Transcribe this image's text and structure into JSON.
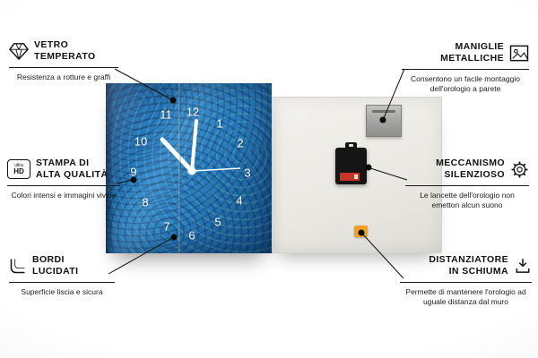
{
  "product": {
    "clock": {
      "numbers": [
        "1",
        "2",
        "3",
        "4",
        "5",
        "6",
        "7",
        "8",
        "9",
        "10",
        "11",
        "12"
      ]
    }
  },
  "callouts": [
    {
      "title": [
        "VETRO",
        "TEMPERATO"
      ],
      "desc": "Resistenza a rotture e graffi",
      "icon": "diamond-icon"
    },
    {
      "title": [
        "STAMPA DI",
        "ALTA QUALITÀ"
      ],
      "desc": "Colori intensi e immagini vivide",
      "icon": "ultra-hd-icon"
    },
    {
      "title": [
        "BORDI",
        "LUCIDATI"
      ],
      "desc": "Superficie liscia e sicura",
      "icon": "polished-edge-icon"
    },
    {
      "title": [
        "MANIGLIE",
        "METALLICHE"
      ],
      "desc": "Consentono un facile montaggio dell'orologio a parete",
      "icon": "picture-frame-icon"
    },
    {
      "title": [
        "MECCANISMO",
        "SILENZIOSO"
      ],
      "desc": "Le lancette dell'orologio non emetton alcun suono",
      "icon": "gear-icon"
    },
    {
      "title": [
        "DISTANZIATORE",
        "IN SCHIUMA"
      ],
      "desc": "Permette di mantenere l'orologio ad uguale distanza dal muro",
      "icon": "foam-spacer-icon"
    }
  ],
  "icon_text": {
    "ultra_hd": {
      "line1": "ultra",
      "line2": "HD"
    }
  },
  "colors": {
    "clock_face_blue": "#2b7fc0",
    "back_panel": "#e9e8e3",
    "foam_spacer_orange": "#f2a01d",
    "battery_red": "#c8342a",
    "line_black": "#111111"
  }
}
